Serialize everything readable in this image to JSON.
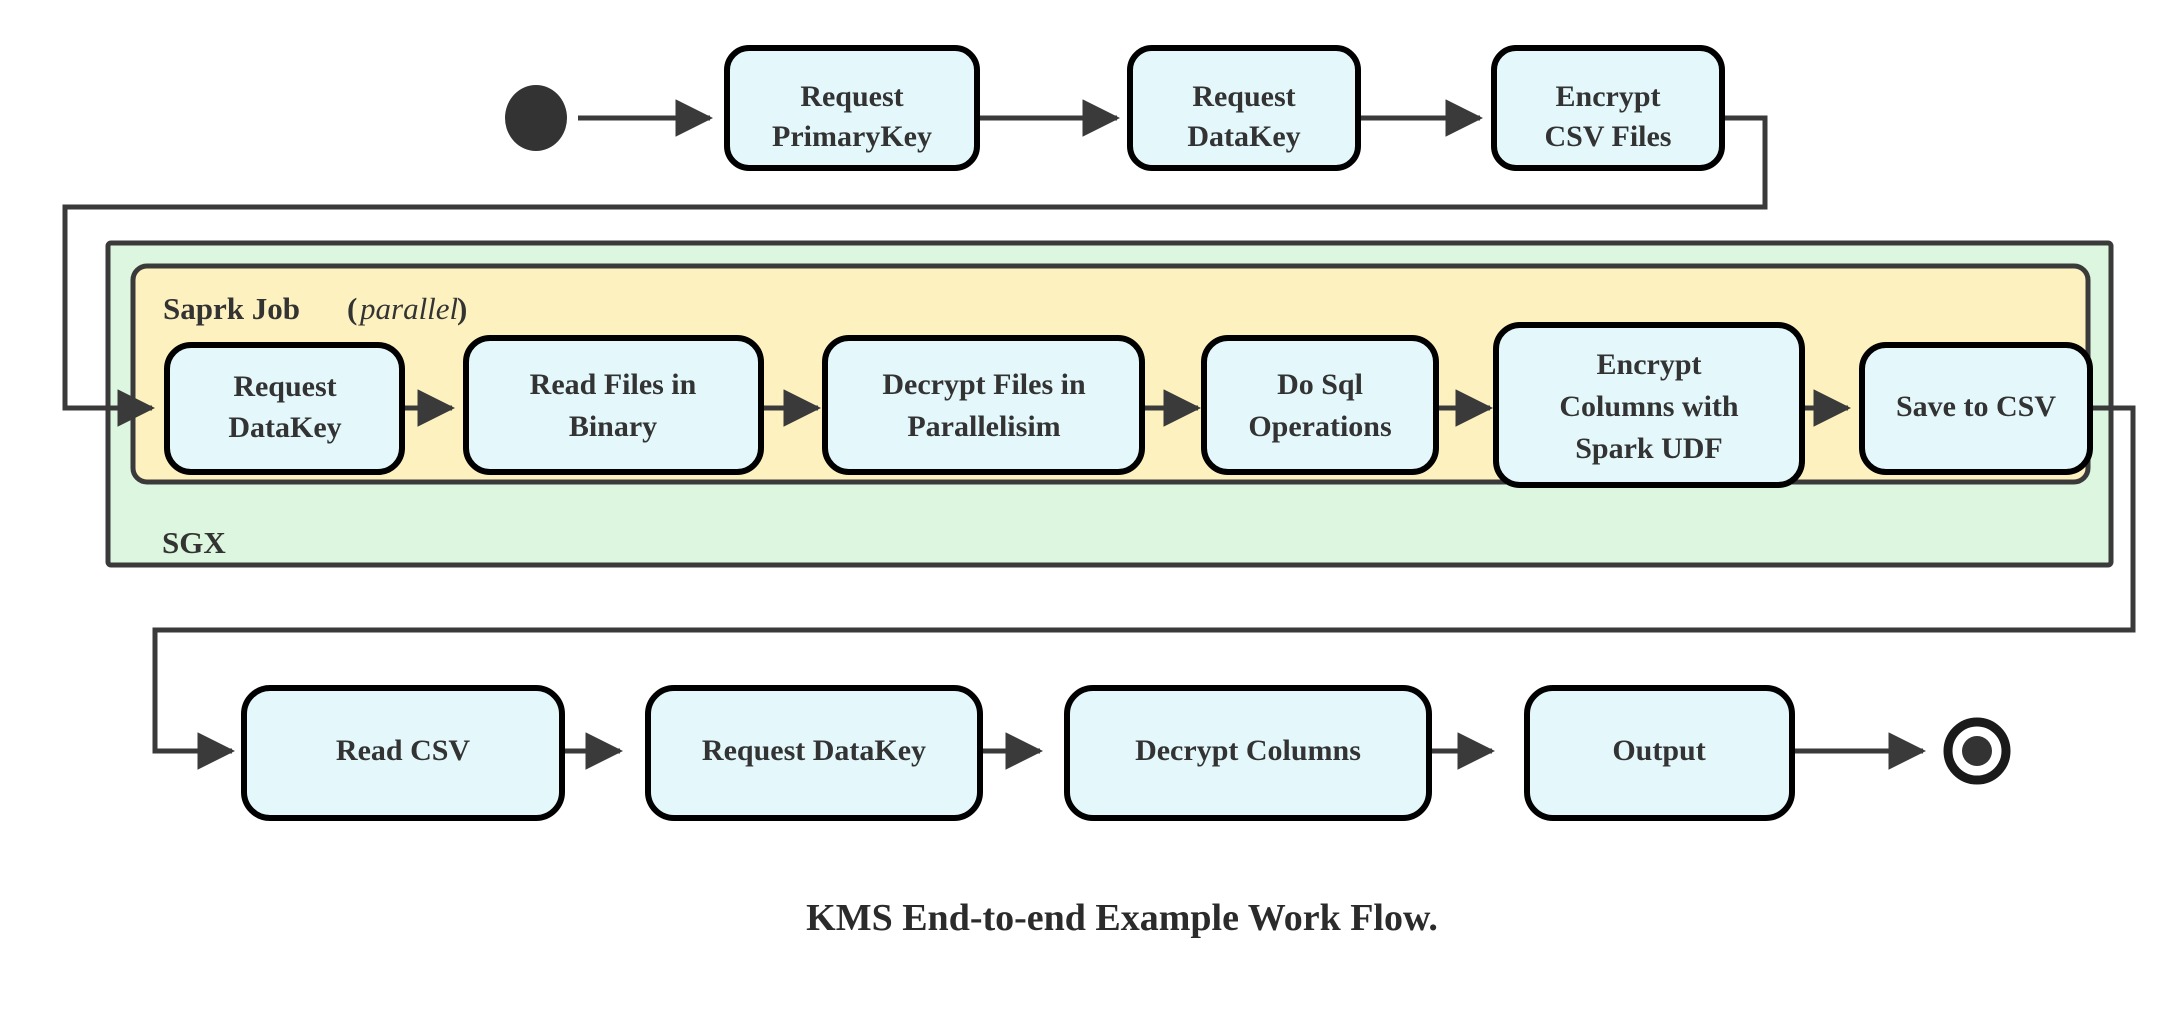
{
  "diagram": {
    "caption": "KMS End-to-end Example Work Flow.",
    "colors": {
      "node_fill": "#e4f8fc",
      "node_stroke": "#000000",
      "sgx_fill": "#ddf6e0",
      "spark_fill": "#fdf2bf",
      "group_stroke": "#3a3a3a",
      "edge_stroke": "#3a3a3a",
      "background": "#ffffff",
      "text": "#333333"
    },
    "groups": [
      {
        "id": "sgx",
        "label": "SGX",
        "label_position": "bottom-left",
        "fill": "#ddf6e0"
      },
      {
        "id": "spark",
        "label": "Saprk Job",
        "label_suffix": "(parallel)",
        "label_suffix_italic": "parallel",
        "label_position": "top-left",
        "fill": "#fdf2bf"
      }
    ],
    "start_node": {
      "name": "start",
      "type": "initial-state"
    },
    "end_node": {
      "name": "end",
      "type": "final-state"
    },
    "rows": [
      {
        "id": "row-top",
        "nodes": [
          {
            "id": "request-primarykey",
            "lines": [
              "Request",
              "PrimaryKey"
            ]
          },
          {
            "id": "request-datakey-top",
            "lines": [
              "Request",
              "DataKey"
            ]
          },
          {
            "id": "encrypt-csv-files",
            "lines": [
              "Encrypt",
              "CSV Files"
            ]
          }
        ]
      },
      {
        "id": "row-spark",
        "nodes": [
          {
            "id": "request-datakey-spark",
            "lines": [
              "Request",
              "DataKey"
            ]
          },
          {
            "id": "read-files-in-binary",
            "lines": [
              "Read Files in",
              "Binary"
            ]
          },
          {
            "id": "decrypt-files-in-parallelisim",
            "lines": [
              "Decrypt Files in",
              "Parallelisim"
            ]
          },
          {
            "id": "do-sql-operations",
            "lines": [
              "Do Sql",
              "Operations"
            ]
          },
          {
            "id": "encrypt-columns-with-spark-udf",
            "lines": [
              "Encrypt",
              "Columns with",
              "Spark UDF"
            ]
          },
          {
            "id": "save-to-csv",
            "lines": [
              "Save to CSV"
            ]
          }
        ]
      },
      {
        "id": "row-bottom",
        "nodes": [
          {
            "id": "read-csv",
            "lines": [
              "Read CSV"
            ]
          },
          {
            "id": "request-datakey-bottom",
            "lines": [
              "Request DataKey"
            ]
          },
          {
            "id": "decrypt-columns",
            "lines": [
              "Decrypt Columns"
            ]
          },
          {
            "id": "output",
            "lines": [
              "Output"
            ]
          }
        ]
      }
    ],
    "edges": [
      {
        "from": "start",
        "to": "request-primarykey"
      },
      {
        "from": "request-primarykey",
        "to": "request-datakey-top"
      },
      {
        "from": "request-datakey-top",
        "to": "encrypt-csv-files"
      },
      {
        "from": "encrypt-csv-files",
        "to": "request-datakey-spark",
        "routing": "wrap-left"
      },
      {
        "from": "request-datakey-spark",
        "to": "read-files-in-binary"
      },
      {
        "from": "read-files-in-binary",
        "to": "decrypt-files-in-parallelisim"
      },
      {
        "from": "decrypt-files-in-parallelisim",
        "to": "do-sql-operations"
      },
      {
        "from": "do-sql-operations",
        "to": "encrypt-columns-with-spark-udf"
      },
      {
        "from": "encrypt-columns-with-spark-udf",
        "to": "save-to-csv"
      },
      {
        "from": "save-to-csv",
        "to": "read-csv",
        "routing": "wrap-right"
      },
      {
        "from": "read-csv",
        "to": "request-datakey-bottom"
      },
      {
        "from": "request-datakey-bottom",
        "to": "decrypt-columns"
      },
      {
        "from": "decrypt-columns",
        "to": "output"
      },
      {
        "from": "output",
        "to": "end"
      }
    ]
  }
}
